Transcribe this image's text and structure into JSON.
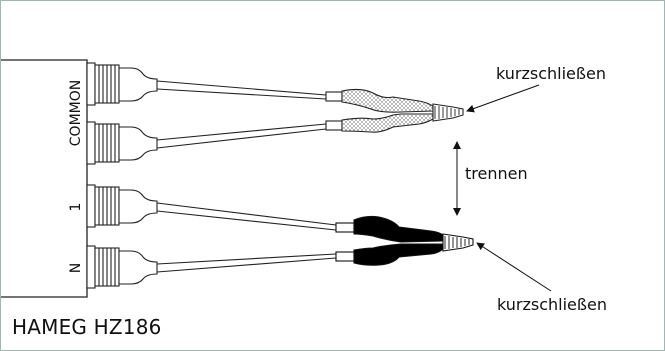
{
  "diagram": {
    "port_labels": [
      "COMMON",
      "1",
      "N"
    ],
    "annotation_top": "kurzschließen",
    "annotation_middle": "trennen",
    "annotation_bottom": "kurzschließen",
    "caption": "HAMEG HZ186"
  }
}
